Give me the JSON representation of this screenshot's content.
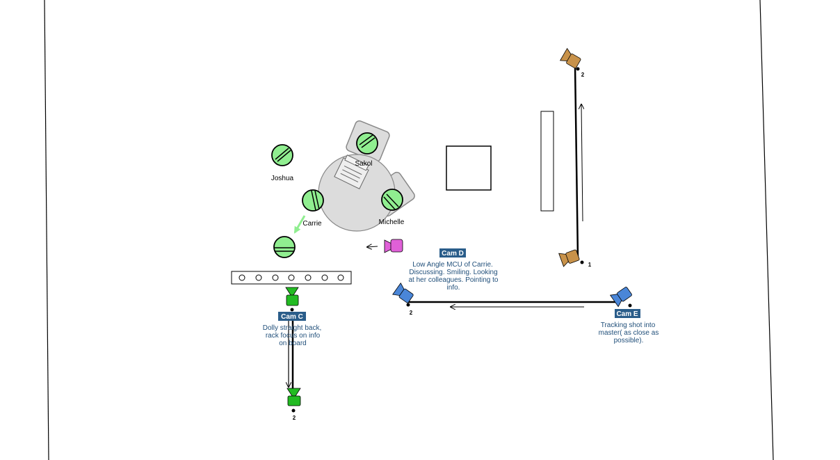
{
  "colors": {
    "actor_fill": "#90ee90",
    "cam_c": "#22bb22",
    "cam_d": "#e060d8",
    "cam_e": "#4a86d8",
    "master_cam": "#c8924a",
    "tag_bg": "#2a5d8a",
    "note_text": "#1f4e79",
    "table_fill": "#dcdcdc"
  },
  "actors": {
    "joshua": "Joshua",
    "sakol": "Sakol",
    "carrie": "Carrie",
    "michelle": "Michelle"
  },
  "cameras": {
    "cam_c": {
      "tag": "Cam C",
      "note": [
        "Dolly straight back,",
        "rack focus on info",
        "on board"
      ],
      "end_mark": "2"
    },
    "cam_d": {
      "tag": "Cam D",
      "note": [
        "Low Angle MCU of Carrie.",
        "Discussing. Smiling. Looking",
        "at her colleagues. Pointing to",
        "info."
      ]
    },
    "cam_e": {
      "tag": "Cam E",
      "note": [
        "Tracking shot into",
        "master( as close as",
        "possible)."
      ],
      "end_mark": "2"
    },
    "master": {
      "start_mark": "1",
      "end_mark": "2"
    }
  }
}
